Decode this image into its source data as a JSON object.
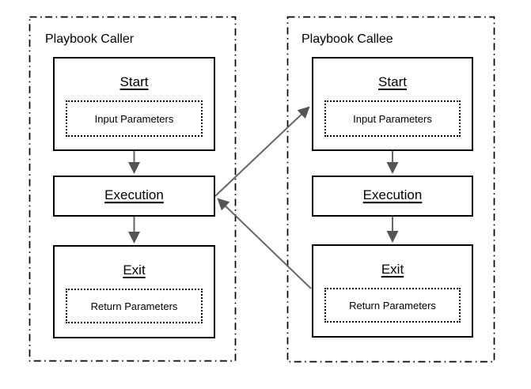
{
  "diagram": {
    "type": "flowchart",
    "containers": [
      {
        "id": "caller",
        "title": "Playbook Caller",
        "nodes": [
          {
            "id": "caller-start",
            "title": "Start",
            "param_label": "Input Parameters"
          },
          {
            "id": "caller-execution",
            "title": "Execution"
          },
          {
            "id": "caller-exit",
            "title": "Exit",
            "param_label": "Return Parameters"
          }
        ]
      },
      {
        "id": "callee",
        "title": "Playbook Callee",
        "nodes": [
          {
            "id": "callee-start",
            "title": "Start",
            "param_label": "Input Parameters"
          },
          {
            "id": "callee-execution",
            "title": "Execution"
          },
          {
            "id": "callee-exit",
            "title": "Exit",
            "param_label": "Return Parameters"
          }
        ]
      }
    ],
    "connections": [
      {
        "from": "caller-start",
        "to": "caller-execution",
        "style": "vertical-arrow"
      },
      {
        "from": "caller-execution",
        "to": "caller-exit",
        "style": "vertical-arrow"
      },
      {
        "from": "callee-start",
        "to": "callee-execution",
        "style": "vertical-arrow"
      },
      {
        "from": "callee-execution",
        "to": "callee-exit",
        "style": "vertical-arrow"
      },
      {
        "from": "caller-execution",
        "to": "callee-start",
        "style": "diagonal-arrow"
      },
      {
        "from": "callee-exit",
        "to": "caller-execution",
        "style": "diagonal-arrow"
      }
    ],
    "colors": {
      "background": "#ffffff",
      "node_border": "#000000",
      "container_border": "#000000",
      "arrow_line": "#666666",
      "arrow_head": "#555555",
      "text": "#000000"
    }
  }
}
